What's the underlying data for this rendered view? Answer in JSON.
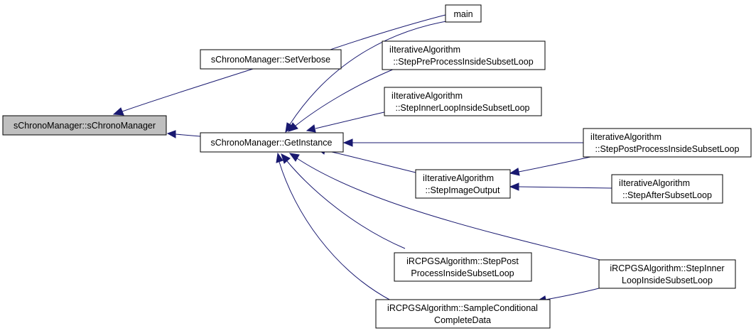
{
  "colors": {
    "edge": "#191970",
    "node_border": "#000000",
    "node_fill": "#ffffff",
    "highlight_fill": "#bfbfbf"
  },
  "nodes": {
    "schrono_ctor": {
      "lines": [
        "sChronoManager::sChronoManager"
      ]
    },
    "set_verbose": {
      "lines": [
        "sChronoManager::SetVerbose"
      ]
    },
    "get_instance": {
      "lines": [
        "sChronoManager::GetInstance"
      ]
    },
    "main": {
      "lines": [
        "main"
      ]
    },
    "step_pre_process": {
      "lines": [
        "iIterativeAlgorithm",
        "::StepPreProcessInsideSubsetLoop"
      ]
    },
    "step_inner_loop": {
      "lines": [
        "iIterativeAlgorithm",
        "::StepInnerLoopInsideSubsetLoop"
      ]
    },
    "step_image_output": {
      "lines": [
        "iIterativeAlgorithm",
        "::StepImageOutput"
      ]
    },
    "rcpgs_step_post": {
      "lines": [
        "iRCPGSAlgorithm::StepPost",
        "ProcessInsideSubsetLoop"
      ]
    },
    "rcpgs_sample_cond": {
      "lines": [
        "iRCPGSAlgorithm::SampleConditional",
        "CompleteData"
      ]
    },
    "step_post_process": {
      "lines": [
        "iIterativeAlgorithm",
        "::StepPostProcessInsideSubsetLoop"
      ]
    },
    "step_after_subset": {
      "lines": [
        "iIterativeAlgorithm",
        "::StepAfterSubsetLoop"
      ]
    },
    "rcpgs_step_inner": {
      "lines": [
        "iRCPGSAlgorithm::StepInner",
        "LoopInsideSubsetLoop"
      ]
    }
  }
}
